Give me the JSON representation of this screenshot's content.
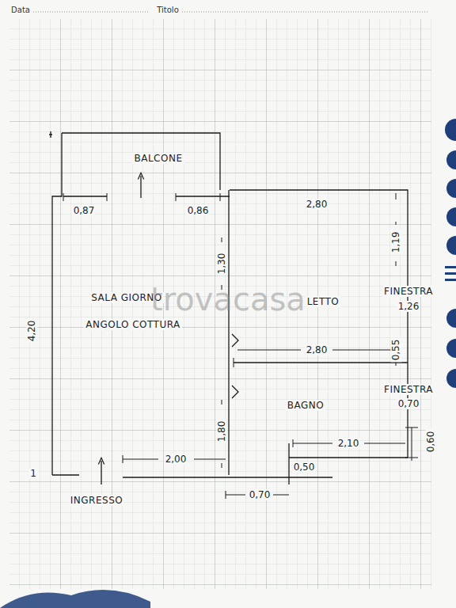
{
  "diagram": {
    "labels": [
      "Data",
      "Titolo",
      "BALCONE",
      "0,87",
      "0,86",
      "2,80",
      "1,19",
      "1,30",
      "SALA GIORNO",
      "ANGOLO COTTURA",
      "LETTO",
      "FINESTRA",
      "1,26",
      "0,55",
      "2,80",
      "BAGNO",
      "FINESTRA",
      "0,70",
      "0,60",
      "2,10",
      "0,50",
      "1,80",
      "2,00",
      "0,70",
      "INGRESSO",
      "4,20",
      "1",
      "trovacasa"
    ]
  }
}
